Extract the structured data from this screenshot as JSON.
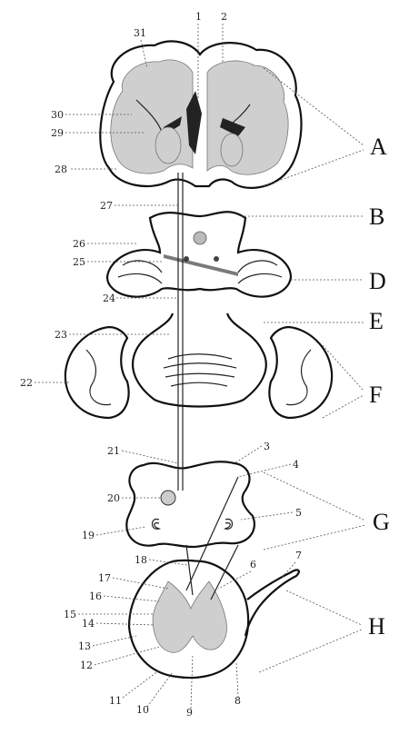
{
  "regions": [
    {
      "key": "A",
      "label": "A"
    },
    {
      "key": "B",
      "label": "B"
    },
    {
      "key": "D",
      "label": "D"
    },
    {
      "key": "E",
      "label": "E"
    },
    {
      "key": "F",
      "label": "F"
    },
    {
      "key": "G",
      "label": "G"
    },
    {
      "key": "H",
      "label": "H"
    }
  ],
  "numbers": [
    "1",
    "2",
    "3",
    "4",
    "5",
    "6",
    "7",
    "8",
    "9",
    "10",
    "11",
    "12",
    "13",
    "14",
    "15",
    "16",
    "17",
    "18",
    "19",
    "20",
    "21",
    "22",
    "23",
    "24",
    "25",
    "26",
    "27",
    "28",
    "29",
    "30",
    "31"
  ]
}
